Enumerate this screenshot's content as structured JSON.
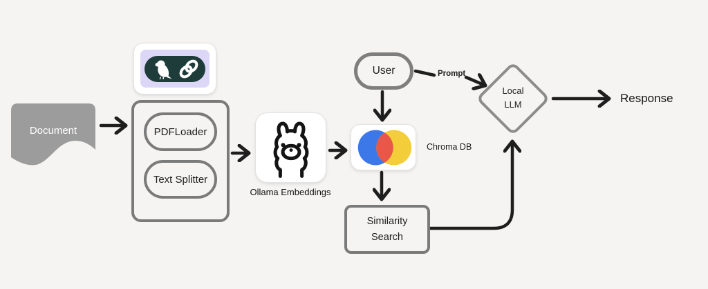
{
  "diagram": {
    "type": "flowchart",
    "background_color": "#f5f4f2",
    "nodes": {
      "document": {
        "label": "Document",
        "shape": "document-wave",
        "fill": "#9c9c9c",
        "text_color": "#ffffff"
      },
      "loader_group": {
        "shape": "rounded-rect-container",
        "pdfloader": "PDFLoader",
        "text_splitter": "Text Splitter",
        "border_color": "#7a7a7a"
      },
      "langchain_logo": {
        "icon": "parrot-and-chain-link",
        "teal": "#1d3c3a",
        "lavender": "#dcd6f7"
      },
      "ollama": {
        "label": "Ollama Embeddings",
        "icon": "llama-face"
      },
      "chroma": {
        "label": "Chroma DB",
        "icon": "venn-overlapping-circles",
        "blue": "#3d78e8",
        "red": "#e85748",
        "yellow": "#f3cd3a"
      },
      "user": {
        "label": "User",
        "shape": "rounded-pill"
      },
      "similarity": {
        "label": "Similarity Search",
        "shape": "rounded-rect"
      },
      "local_llm": {
        "label": "Local LLM",
        "shape": "diamond"
      },
      "response": {
        "label": "Response",
        "shape": "text"
      }
    },
    "edges": [
      {
        "from": "Document",
        "to": "PDFLoader / Text Splitter",
        "label": ""
      },
      {
        "from": "PDFLoader / Text Splitter",
        "to": "Ollama Embeddings",
        "label": ""
      },
      {
        "from": "Ollama Embeddings",
        "to": "Chroma DB",
        "label": ""
      },
      {
        "from": "User",
        "to": "Chroma DB",
        "label": ""
      },
      {
        "from": "User",
        "to": "Local LLM",
        "label": "Prompt"
      },
      {
        "from": "Chroma DB",
        "to": "Similarity Search",
        "label": ""
      },
      {
        "from": "Similarity Search",
        "to": "Local LLM",
        "label": ""
      },
      {
        "from": "Local LLM",
        "to": "Response",
        "label": ""
      }
    ],
    "arrow_color": "#1e1e1e"
  }
}
